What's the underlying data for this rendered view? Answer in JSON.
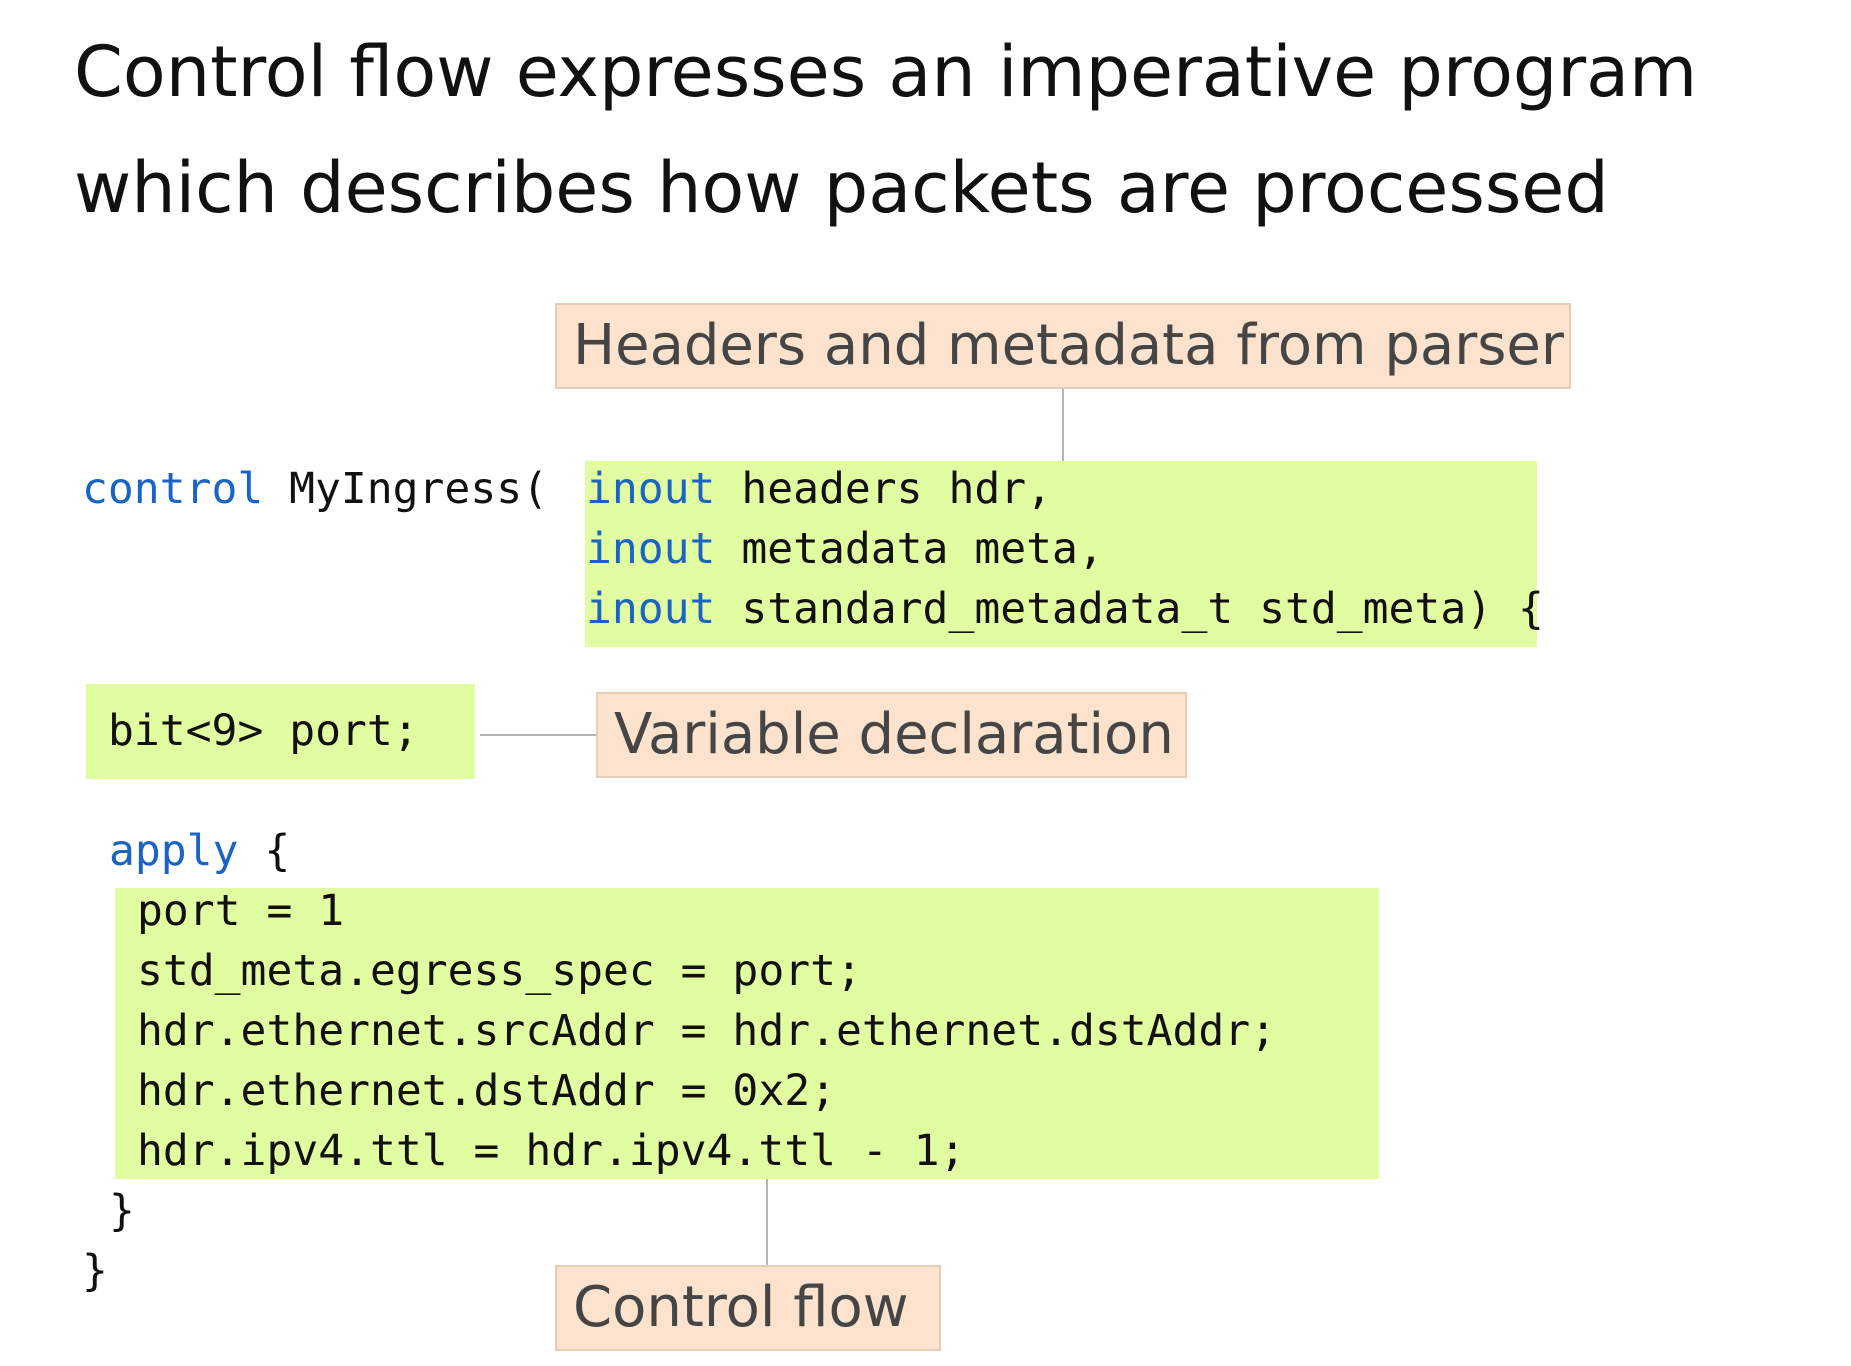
{
  "title": {
    "line1": "Control flow expresses an imperative program",
    "line2": "which describes how packets are processed"
  },
  "labels": {
    "headers": "Headers and metadata from parser",
    "variable": "Variable declaration",
    "control_flow": "Control flow"
  },
  "code": {
    "control_kw": "control",
    "control_name": " MyIngress(",
    "params": [
      {
        "kw": "inout",
        "rest": " headers hdr,"
      },
      {
        "kw": "inout",
        "rest": " metadata meta,"
      },
      {
        "kw": "inout",
        "rest": " standard_metadata_t std_meta"
      }
    ],
    "params_close": ") {",
    "var_decl": "bit<9> port;",
    "apply_kw": "apply",
    "apply_open": " {",
    "body": [
      "port = 1",
      "std_meta.egress_spec = port;",
      "hdr.ethernet.srcAddr = hdr.ethernet.dstAddr;",
      "hdr.ethernet.dstAddr = 0x2;",
      "hdr.ipv4.ttl = hdr.ipv4.ttl - 1;"
    ],
    "apply_close": "}",
    "control_close": "}"
  }
}
